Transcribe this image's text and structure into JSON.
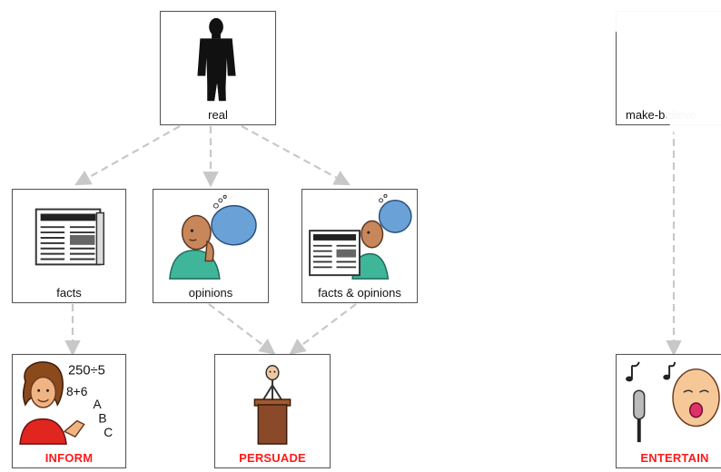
{
  "nodes": {
    "real": {
      "label": "real"
    },
    "make_believe": {
      "label": "make-believe"
    },
    "facts": {
      "label": "facts"
    },
    "opinions": {
      "label": "opinions"
    },
    "facts_opinions": {
      "label": "facts & opinions"
    },
    "inform": {
      "label": "INFORM",
      "math_text": [
        "250÷5",
        "8+6",
        "A",
        "B",
        "C"
      ]
    },
    "persuade": {
      "label": "PERSUADE"
    },
    "entertain": {
      "label": "ENTERTAIN"
    }
  },
  "colors": {
    "label_accent": "#ff1a1a",
    "connector": "#c8c8c8",
    "thought_bubble": "#6aa2d8",
    "shirt": "#3fb59a",
    "skin": "#c8875a",
    "podium": "#8a4a2a"
  },
  "icons": {
    "real": "standing-person-silhouette-icon",
    "facts": "newspaper-icon",
    "opinions": "thinking-person-icon",
    "facts_opinions": "newspaper-thinking-person-icon",
    "inform": "teacher-math-icon",
    "persuade": "speaker-at-podium-icon",
    "entertain": "singing-face-microphone-icon"
  }
}
